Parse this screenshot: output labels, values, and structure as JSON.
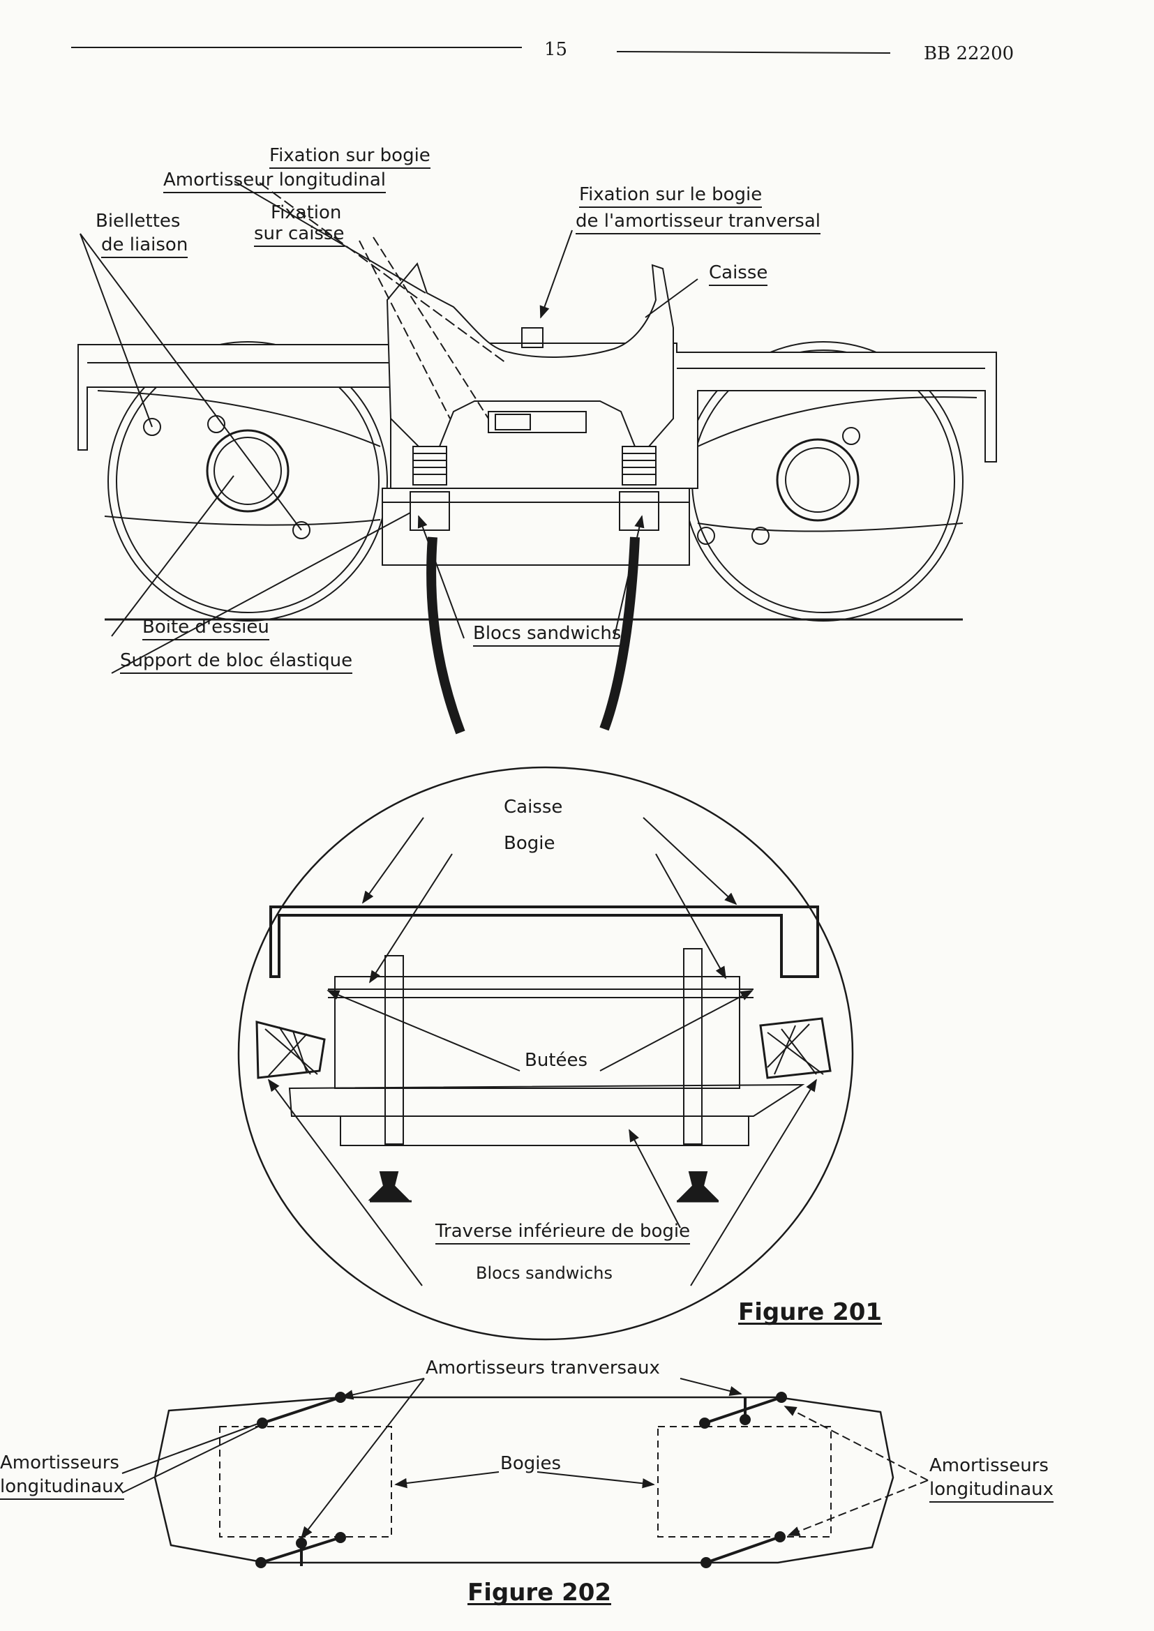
{
  "header": {
    "page_number": "15",
    "doc_ref": "BB 22200"
  },
  "figure201": {
    "caption": "Figure 201",
    "labels": {
      "fixation_sur_bogie": "Fixation sur bogie",
      "amortisseur_longitudinal": "Amortisseur longitudinal",
      "biellettes_1": "Biellettes",
      "biellettes_2": "de liaison",
      "fixation_caisse_1": "Fixation",
      "fixation_caisse_2": "sur caisse",
      "fixation_transversal_1": "Fixation sur le bogie",
      "fixation_transversal_2": "de l'amortisseur tranversal",
      "caisse_top": "Caisse",
      "boite_essieu": "Boite d'essieu",
      "support_bloc": "Support de bloc élastique",
      "blocs_sandwichs_top": "Blocs sandwichs",
      "detail_caisse": "Caisse",
      "detail_bogie": "Bogie",
      "butees": "Butées",
      "traverse": "Traverse inférieure de bogie",
      "detail_blocs": "Blocs sandwichs"
    }
  },
  "figure202": {
    "caption": "Figure 202",
    "labels": {
      "amortisseurs_transversaux": "Amortisseurs tranversaux",
      "left_1": "Amortisseurs",
      "left_2": "longitudinaux",
      "bogies": "Bogies",
      "right_1": "Amortisseurs",
      "right_2": "longitudinaux"
    }
  },
  "colors": {
    "ink": "#1a1a1a",
    "paper": "#fbfbf8"
  }
}
